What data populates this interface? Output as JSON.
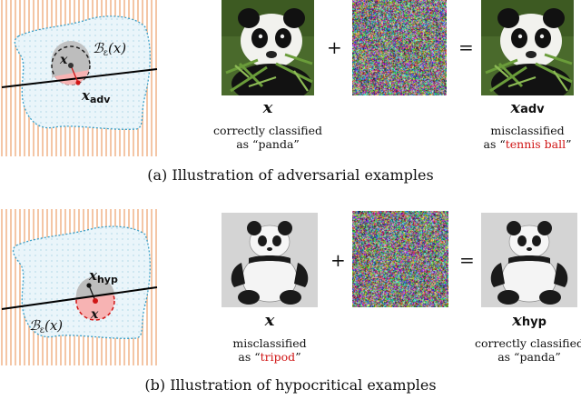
{
  "panel_a": {
    "diagram": {
      "ball_label": "B",
      "ball_sub": "ε",
      "ball_arg": "(x)",
      "point_label": "x",
      "adv_label": "x",
      "adv_sub": "adv"
    },
    "operators": {
      "plus": "+",
      "equals": "="
    },
    "left_var": {
      "base": "x",
      "sub": ""
    },
    "right_var": {
      "base": "x",
      "sub": "adv"
    },
    "left_caption": {
      "line1": "correctly classified",
      "prefix": "as “",
      "label": "panda",
      "suffix": "”"
    },
    "right_caption": {
      "line1": "misclassified",
      "prefix": "as “",
      "label": "tennis ball",
      "suffix": "”"
    },
    "figure_caption": "(a)  Illustration of adversarial examples"
  },
  "panel_b": {
    "diagram": {
      "ball_label": "B",
      "ball_sub": "ε",
      "ball_arg": "(x)",
      "point_label": "x",
      "hyp_label": "x",
      "hyp_sub": "hyp"
    },
    "operators": {
      "plus": "+",
      "equals": "="
    },
    "left_var": {
      "base": "x",
      "sub": ""
    },
    "right_var": {
      "base": "x",
      "sub": "hyp"
    },
    "left_caption": {
      "line1": "misclassified",
      "prefix": "as “",
      "label": "tripod",
      "suffix": "”"
    },
    "right_caption": {
      "line1": "correctly classified",
      "prefix": "as “",
      "label": "panda",
      "suffix": "”"
    },
    "figure_caption": "(b)  Illustration of hypocritical examples"
  },
  "colors": {
    "stripe": "#f1b78f",
    "blob_fill": "#eaf5fa",
    "blob_border": "#3aa0c8",
    "accent_red": "#d01515",
    "ball_gray": "#bdbdbd",
    "ball_red": "#f7b3b3"
  },
  "images": {
    "panda_photo": "panda-photo",
    "noise": "noise-pattern",
    "panda_toy": "panda-toy-grayscale"
  }
}
